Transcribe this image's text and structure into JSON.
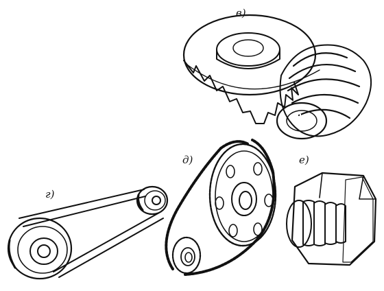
{
  "labels": {
    "worm": "в)",
    "belt": "г)",
    "chain": "д)",
    "screw": "е)"
  },
  "colors": {
    "ink": "#111111",
    "paper": "#ffffff"
  }
}
